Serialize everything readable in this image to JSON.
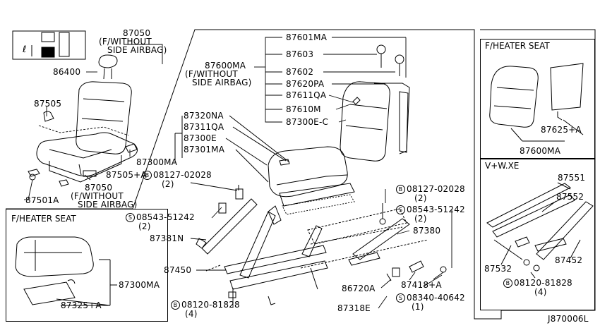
{
  "labels": {
    "p87050_top": "87050",
    "p87050_top_note1": "(F/WITHOUT",
    "p87050_top_note2": "SIDE AIRBAG)",
    "p86400": "86400",
    "p87505": "87505",
    "p87505a": "87505+A",
    "p87050_bot": "87050",
    "p87050_bot_note1": "(F/WITHOUT",
    "p87050_bot_note2": "SIDE AIRBAG)",
    "p87501a": "87501A",
    "p87601ma": "87601MA",
    "p87603": "87603",
    "p87600ma": "87600MA",
    "p87600ma_note1": "(F/WITHOUT",
    "p87600ma_note2": "SIDE AIRBAG)",
    "p87602": "87602",
    "p87620pa": "87620PA",
    "p87611qa": "87611QA",
    "p87610m": "87610M",
    "p87300ec": "87300E-C",
    "p87320na": "87320NA",
    "p87311qa": "87311QA",
    "p87300e": "87300E",
    "p87301ma": "87301MA",
    "p87300ma": "87300MA",
    "b08127_left": "08127-02028",
    "b08127_left_qty": "(2)",
    "s08543_left": "08543-51242",
    "s08543_left_qty": "(2)",
    "p87381n": "87381N",
    "p87450": "87450",
    "b08120_bot": "08120-81828",
    "b08120_bot_qty": "(4)",
    "b08127_right": "08127-02028",
    "b08127_right_qty": "(2)",
    "s08543_right": "08543-51242",
    "s08543_right_qty": "(2)",
    "p87380": "87380",
    "p86720a": "86720A",
    "p87418a": "87418+A",
    "s08340": "08340-40642",
    "s08340_qty": "(1)",
    "p87318e": "87318E",
    "fheat_back_title": "F/HEATER SEAT",
    "p87625a": "87625+A",
    "p87600ma_box": "87600MA",
    "vwxe_title": "V+W.XE",
    "p87551": "87551",
    "p87552": "87552",
    "p87532": "87532",
    "p87452": "87452",
    "b08120_right": "08120-81828",
    "b08120_right_qty": "(4)",
    "fheat_cush_title": "F/HEATER SEAT",
    "p87300ma_box": "87300MA",
    "p87325a": "87325+A",
    "diagram_code": "J870006L"
  },
  "markers": {
    "bolt_symbol": "B",
    "screw_symbol": "S",
    "index_mark": "ℓ"
  }
}
